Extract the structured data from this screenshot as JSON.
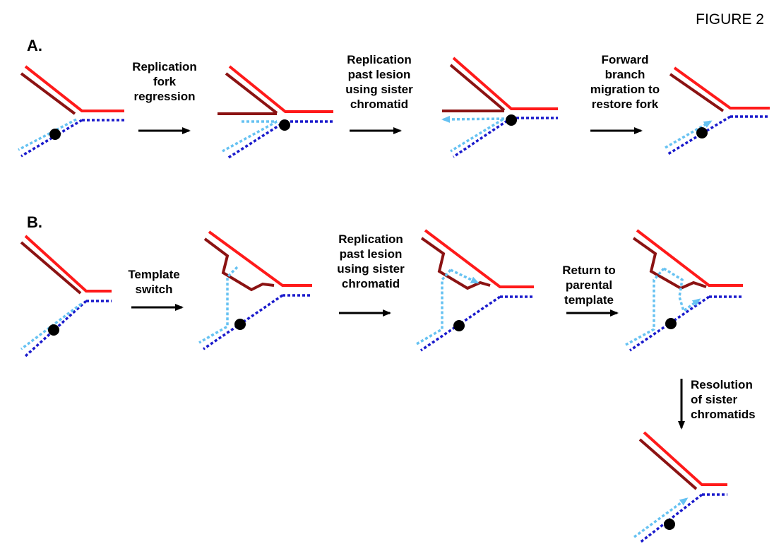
{
  "figure_title": "FIGURE 2",
  "panels": {
    "a": {
      "label": "A.",
      "steps": [
        "Replication\nfork\nregression",
        "Replication\npast lesion\nusing sister\nchromatid",
        "Forward\nbranch\nmigration to\nrestore fork"
      ]
    },
    "b": {
      "label": "B.",
      "steps": [
        "Template\nswitch",
        "Replication\npast lesion\nusing sister\nchromatid",
        "Return to\nparental\ntemplate",
        "Resolution\nof sister\nchromatids"
      ]
    }
  },
  "colors": {
    "parental_top": "#ff1a1a",
    "nascent_top": "#8b1212",
    "parental_bottom": "#1a1acc",
    "nascent_bottom": "#66c2f2",
    "lesion": "#000000",
    "arrow": "#000000"
  }
}
